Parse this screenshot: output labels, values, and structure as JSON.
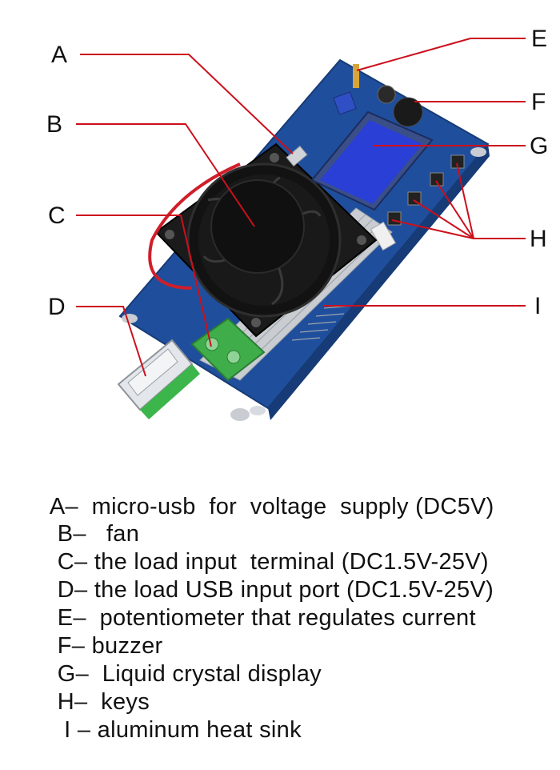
{
  "callouts": {
    "a": "A",
    "b": "B",
    "c": "C",
    "d": "D",
    "e": "E",
    "f": "F",
    "g": "G",
    "h": "H",
    "i": "I"
  },
  "colors": {
    "leader_line": "#cc0f1c",
    "pcb": "#1f4f9c",
    "heatsink": "#c9cdd2",
    "fan": "#1b1b1b",
    "terminal": "#3fae4a",
    "lcd": "#2a3fd6"
  },
  "legend": [
    {
      "letter": "A–",
      "text": "  micro-usb  for  voltage  supply (DC5V)"
    },
    {
      "letter": " B–",
      "text": "   fan"
    },
    {
      "letter": " C–",
      "text": " the load input  terminal (DC1.5V-25V)"
    },
    {
      "letter": " D–",
      "text": " the load USB input port (DC1.5V-25V)"
    },
    {
      "letter": " E–",
      "text": "  potentiometer that regulates current"
    },
    {
      "letter": " F–",
      "text": " buzzer"
    },
    {
      "letter": " G–",
      "text": "  Liquid crystal display"
    },
    {
      "letter": " H–",
      "text": "  keys"
    },
    {
      "letter": "  I –",
      "text": " aluminum heat sink"
    }
  ]
}
